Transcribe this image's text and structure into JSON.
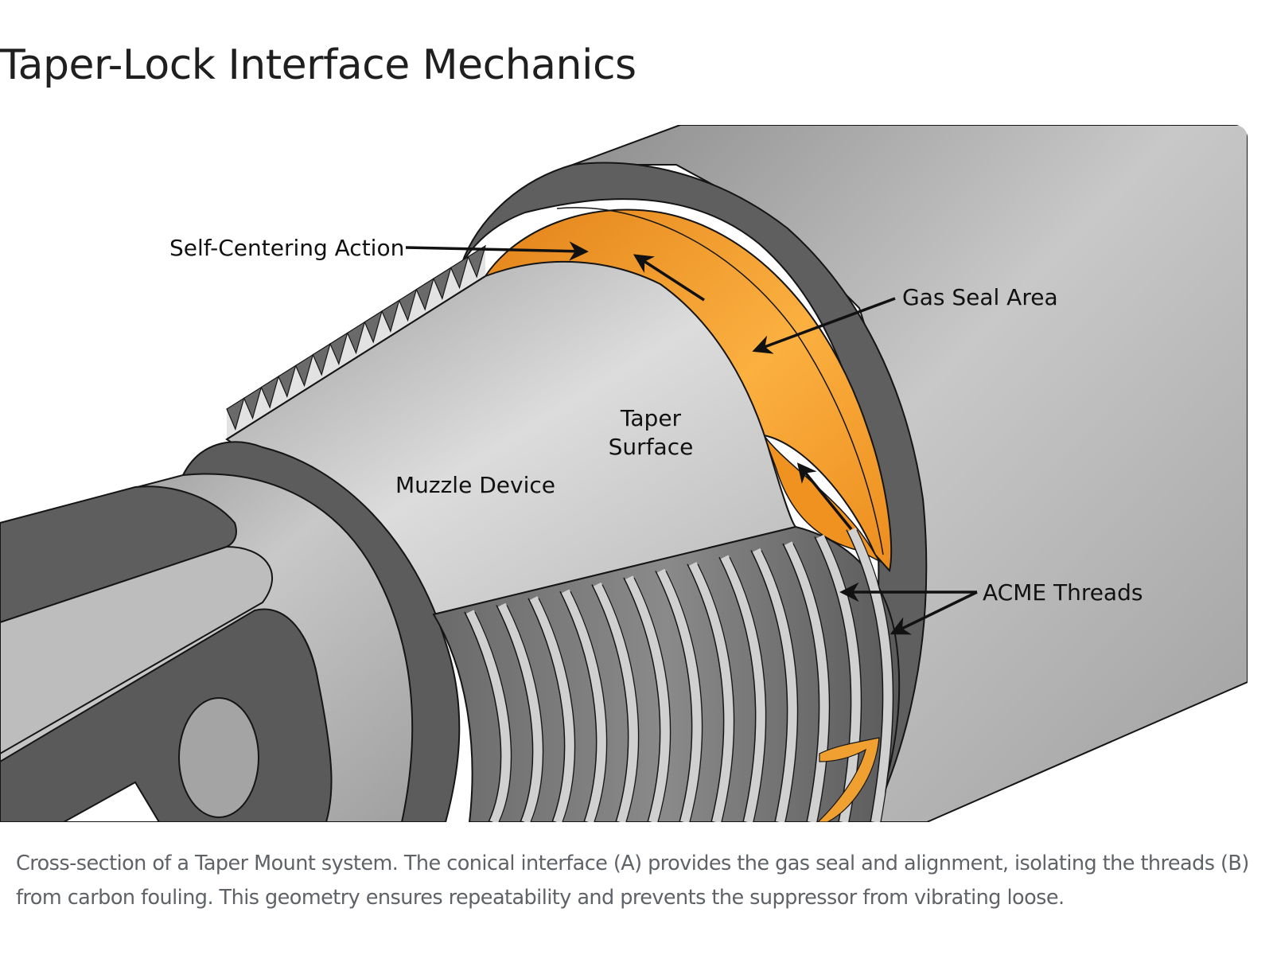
{
  "page": {
    "title": "Taper-Lock Interface Mechanics"
  },
  "figure": {
    "description": "Cutaway illustration of a taper mount suppressor interface",
    "colors": {
      "seal_orange": "#f0921f",
      "seal_orange_light": "#fbb040",
      "steel_light": "#d6d6d6",
      "steel_mid": "#a9a9a9",
      "steel_dark": "#5e5e5e",
      "outline": "#151515"
    },
    "labels": {
      "self_centering": "Self-Centering Action",
      "gas_seal": "Gas Seal Area",
      "taper_line1": "Taper",
      "taper_line2": "Surface",
      "muzzle_device": "Muzzle Device",
      "acme_threads": "ACME Threads"
    }
  },
  "caption": {
    "text": "Cross-section of a Taper Mount system. The conical interface (A) provides the gas seal and alignment, isolating the threads (B) from carbon fouling. This geometry ensures repeatability and prevents the suppressor from vibrating loose."
  }
}
